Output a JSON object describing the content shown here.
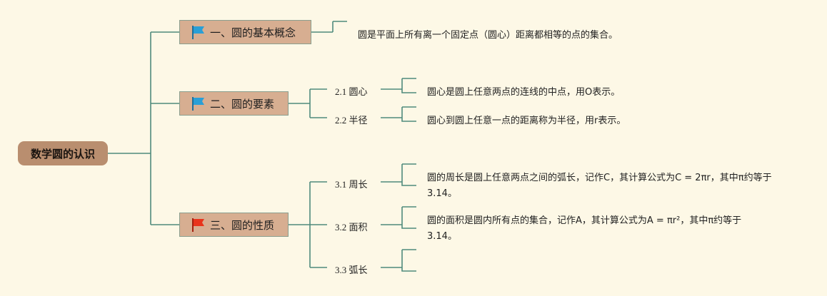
{
  "root": {
    "label": "数学圆的认识"
  },
  "topics": [
    {
      "label": "一、圆的基本概念",
      "flag_color": "#2a9fd6"
    },
    {
      "label": "二、圆的要素",
      "flag_color": "#2a9fd6"
    },
    {
      "label": "三、圆的性质",
      "flag_color": "#e8341c"
    }
  ],
  "subtopics": [
    {
      "label": "2.1 圆心"
    },
    {
      "label": "2.2 半径"
    },
    {
      "label": "3.1 周长"
    },
    {
      "label": "3.2 面积"
    },
    {
      "label": "3.3 弧长"
    }
  ],
  "notes": {
    "definition": "圆是平面上所有离一个固定点（圆心）距离都相等的点的集合。",
    "center": "圆心是圆上任意两点的连线的中点，用O表示。",
    "radius": "圆心到圆上任意一点的距离称为半径，用r表示。",
    "circumference": "圆的周长是圆上任意两点之间的弧长，记作C，其计算公式为C = 2πr，其中π约等于3.14。",
    "area": "圆的面积是圆内所有点的集合，记作A，其计算公式为A = πr²，其中π约等于3.14。"
  },
  "colors": {
    "line": "#4f8a7c",
    "background": "#fdf8e6",
    "root_fill": "#b98e6f",
    "topic_fill": "#d7ae91"
  }
}
